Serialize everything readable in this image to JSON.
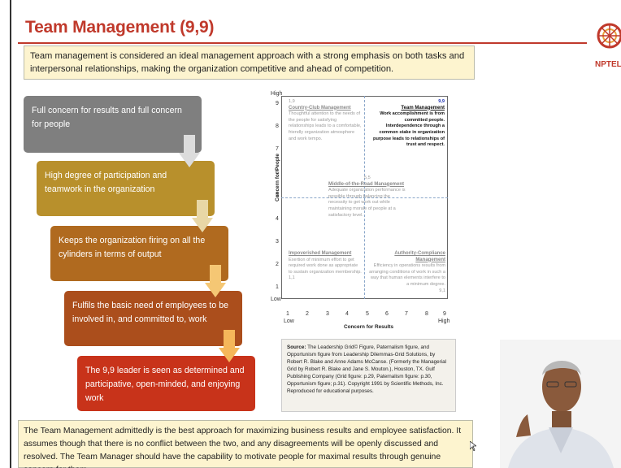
{
  "slide": {
    "title": "Team Management (9,9)",
    "intro": "Team management is considered an ideal management approach with a strong emphasis on both tasks and interpersonal relationships, making the organization competitive and ahead of competition.",
    "logo_text": "NPTEL",
    "steps": [
      "Full concern for results and full concern for people",
      "High degree of participation and teamwork in the organization",
      "Keeps the organization firing on all the cylinders in terms of output",
      "Fulfils the basic need of employees to be involved in, and committed to, work",
      "The 9,9 leader is seen as determined and participative, open-minded, and enjoying work"
    ],
    "footer": "The Team Management admittedly is the best approach for maximizing business results and employee satisfaction. It assumes though that there is no conflict between the two, and any disagreements will be openly discussed and resolved. The Team Manager should have the capability to motivate people for maximal results through genuine concern for them."
  },
  "grid": {
    "y_axis_label": "Concern for People",
    "x_axis_label": "Concern for Results",
    "y_high": "High",
    "y_low": "Low",
    "x_low": "Low",
    "x_high": "High",
    "ticks": [
      "1",
      "2",
      "3",
      "4",
      "5",
      "6",
      "7",
      "8",
      "9"
    ],
    "country_club": {
      "coord": "1,9",
      "title": "Country-Club Management",
      "text": "Thoughtful attention to the needs of the people for satisfying relationships leads to a comfortable, friendly organization atmosphere and work tempo."
    },
    "team": {
      "coord": "9,9",
      "title": "Team Management",
      "text": "Work accomplishment is from committed people. Interdependence through a common stake in organization purpose leads to relationships of trust and respect."
    },
    "middle": {
      "coord": "5,5",
      "title": "Middle-of-the-Road Management",
      "text": "Adequate organization performance is possible through balancing the necessity to get work out while maintaining morale of people at a satisfactory level."
    },
    "impoverished": {
      "coord": "1,1",
      "title": "Impoverished Management",
      "text": "Exertion of minimum effort to get required work done as appropriate to sustain organization membership."
    },
    "authority": {
      "coord": "9,1",
      "title": "Authority-Compliance Management",
      "text": "Efficiency in operations results from arranging conditions of work in such a way that human elements interfere to a minimum degree."
    }
  },
  "source": {
    "label": "Source:",
    "text": "The Leadership Grid© Figure, Paternalism figure, and Opportunism figure from Leadership Dilemmas-Grid Solutions, by Robert R. Blake and Anne Adams McCanse. (Formerly the Managerial Grid by Robert R. Blake and Jane S. Mouton.), Houston, TX. Gulf Publishing Company (Grid figure: p.29, Paternalism figure: p.30, Opportunism figure; p.31). Copyright 1991 by Scientific Methods, Inc. Reproduced for educational purposes."
  },
  "colors": {
    "title": "#c0392b",
    "step_1": "#7f7f7f",
    "step_2": "#b8902c",
    "step_3": "#b06a1f",
    "step_4": "#ab4e1c",
    "step_5": "#c8331a",
    "arrow": "#f5c774",
    "callout_bg": "#fdf4cf"
  }
}
